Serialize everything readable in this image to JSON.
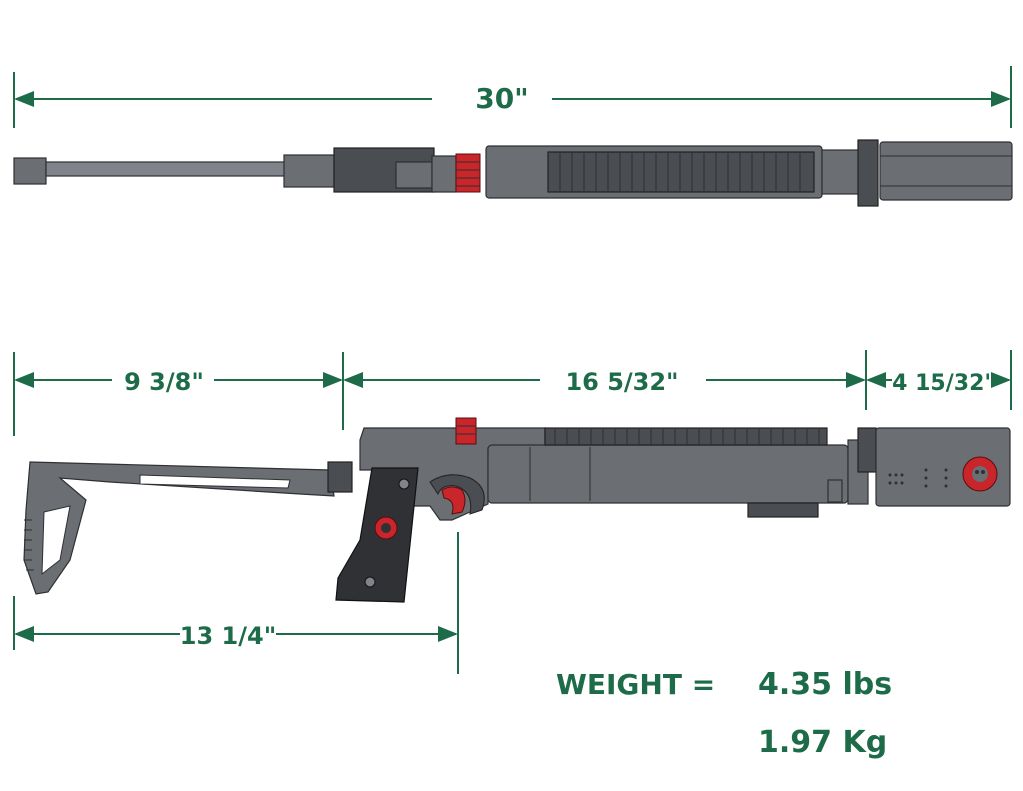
{
  "dimensions": {
    "overall_length": "30\"",
    "stock_length": "9 3/8\"",
    "body_length": "16 5/32\"",
    "suppressor_length": "4 15/32\"",
    "grip_to_stock_length": "13 1/4\""
  },
  "weight": {
    "label": "WEIGHT =",
    "lbs": "4.35 lbs",
    "kg": "1.97 Kg"
  },
  "colors": {
    "dimension_ink": "#1d6b48",
    "body": "#6b6e72",
    "accent": "#c8262a"
  }
}
